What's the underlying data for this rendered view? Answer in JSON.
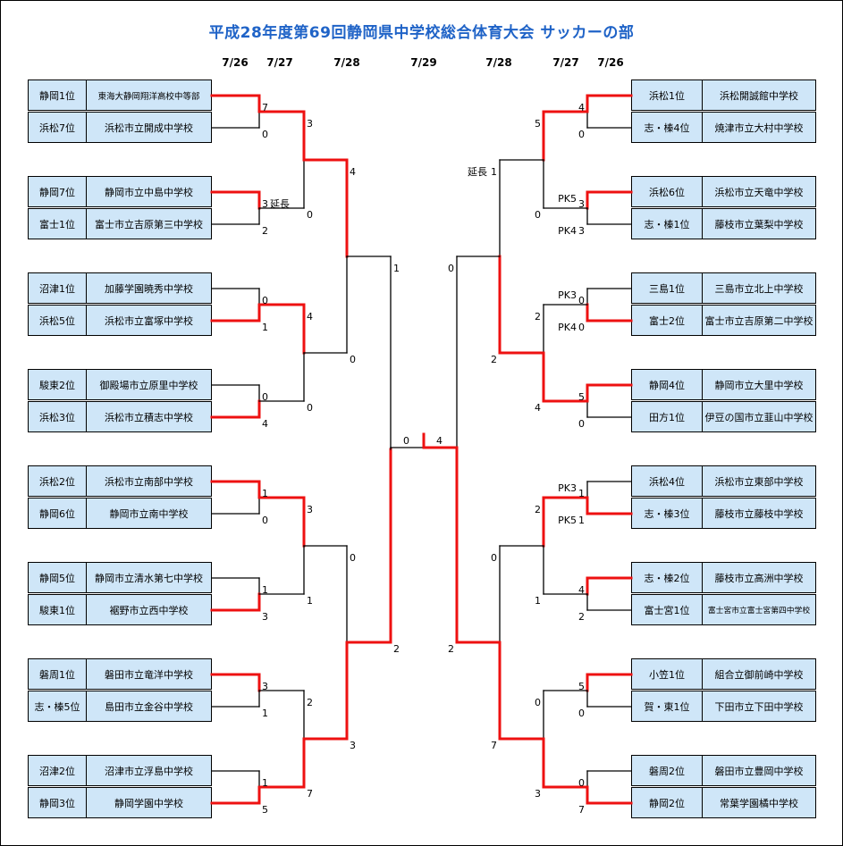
{
  "title": "平成28年度第69回静岡県中学校総合体育大会 サッカーの部",
  "dates": {
    "left": [
      "7/26",
      "7/27",
      "7/28"
    ],
    "center": "7/29",
    "right": [
      "7/28",
      "7/27",
      "7/26"
    ]
  },
  "colors": {
    "winner_line": "#ee1111",
    "loser_line": "#000000",
    "box_fill": "#cfe6f8",
    "title": "#1f63c7"
  },
  "left_teams": [
    {
      "rank": "静岡1位",
      "school": "東海大静岡翔洋高校中等部"
    },
    {
      "rank": "浜松7位",
      "school": "浜松市立開成中学校"
    },
    {
      "rank": "静岡7位",
      "school": "静岡市立中島中学校"
    },
    {
      "rank": "富士1位",
      "school": "富士市立吉原第三中学校"
    },
    {
      "rank": "沼津1位",
      "school": "加藤学園暁秀中学校"
    },
    {
      "rank": "浜松5位",
      "school": "浜松市立富塚中学校"
    },
    {
      "rank": "駿東2位",
      "school": "御殿場市立原里中学校"
    },
    {
      "rank": "浜松3位",
      "school": "浜松市立積志中学校"
    },
    {
      "rank": "浜松2位",
      "school": "浜松市立南部中学校"
    },
    {
      "rank": "静岡6位",
      "school": "静岡市立南中学校"
    },
    {
      "rank": "静岡5位",
      "school": "静岡市立清水第七中学校"
    },
    {
      "rank": "駿東1位",
      "school": "裾野市立西中学校"
    },
    {
      "rank": "磐周1位",
      "school": "磐田市立竜洋中学校"
    },
    {
      "rank": "志・榛5位",
      "school": "島田市立金谷中学校"
    },
    {
      "rank": "沼津2位",
      "school": "沼津市立浮島中学校"
    },
    {
      "rank": "静岡3位",
      "school": "静岡学園中学校"
    }
  ],
  "right_teams": [
    {
      "rank": "浜松1位",
      "school": "浜松開誠館中学校"
    },
    {
      "rank": "志・榛4位",
      "school": "焼津市立大村中学校"
    },
    {
      "rank": "浜松6位",
      "school": "浜松市立天竜中学校"
    },
    {
      "rank": "志・榛1位",
      "school": "藤枝市立葉梨中学校"
    },
    {
      "rank": "三島1位",
      "school": "三島市立北上中学校"
    },
    {
      "rank": "富士2位",
      "school": "富士市立吉原第二中学校"
    },
    {
      "rank": "静岡4位",
      "school": "静岡市立大里中学校"
    },
    {
      "rank": "田方1位",
      "school": "伊豆の国市立韮山中学校"
    },
    {
      "rank": "浜松4位",
      "school": "浜松市立東部中学校"
    },
    {
      "rank": "志・榛3位",
      "school": "藤枝市立藤枝中学校"
    },
    {
      "rank": "志・榛2位",
      "school": "藤枝市立高洲中学校"
    },
    {
      "rank": "富士宮1位",
      "school": "富士宮市立富士宮第四中学校"
    },
    {
      "rank": "小笠1位",
      "school": "組合立御前崎中学校"
    },
    {
      "rank": "賀・東1位",
      "school": "下田市立下田中学校"
    },
    {
      "rank": "磐周2位",
      "school": "磐田市立豊岡中学校"
    },
    {
      "rank": "静岡2位",
      "school": "常葉学園橘中学校"
    }
  ],
  "left_r1": [
    {
      "scores": [
        "7",
        "0"
      ],
      "winner": 0,
      "note": ""
    },
    {
      "scores": [
        "3",
        "2"
      ],
      "winner": 0,
      "note": "延長"
    },
    {
      "scores": [
        "0",
        "1"
      ],
      "winner": 1,
      "note": ""
    },
    {
      "scores": [
        "0",
        "4"
      ],
      "winner": 1,
      "note": ""
    },
    {
      "scores": [
        "1",
        "0"
      ],
      "winner": 0,
      "note": ""
    },
    {
      "scores": [
        "1",
        "3"
      ],
      "winner": 1,
      "note": ""
    },
    {
      "scores": [
        "3",
        "1"
      ],
      "winner": 0,
      "note": ""
    },
    {
      "scores": [
        "1",
        "5"
      ],
      "winner": 1,
      "note": ""
    }
  ],
  "left_r2": [
    {
      "scores": [
        "3",
        "0"
      ],
      "winner": 0
    },
    {
      "scores": [
        "4",
        "0"
      ],
      "winner": 0
    },
    {
      "scores": [
        "3",
        "1"
      ],
      "winner": 0
    },
    {
      "scores": [
        "2",
        "7"
      ],
      "winner": 1
    }
  ],
  "left_r3": [
    {
      "scores": [
        "4",
        "0"
      ],
      "winner": 0
    },
    {
      "scores": [
        "0",
        "3"
      ],
      "winner": 1
    }
  ],
  "left_r4": {
    "scores": [
      "1",
      "2"
    ],
    "winner": 1
  },
  "right_r1": [
    {
      "scores": [
        "4",
        "0"
      ],
      "winner": 0,
      "pk": [
        "",
        ""
      ]
    },
    {
      "scores": [
        "3",
        "3"
      ],
      "winner": 0,
      "pk": [
        "PK5",
        "PK4"
      ]
    },
    {
      "scores": [
        "0",
        "0"
      ],
      "winner": 1,
      "pk": [
        "PK3",
        "PK4"
      ]
    },
    {
      "scores": [
        "5",
        "0"
      ],
      "winner": 0,
      "pk": [
        "",
        ""
      ]
    },
    {
      "scores": [
        "1",
        "1"
      ],
      "winner": 1,
      "pk": [
        "PK3",
        "PK5"
      ]
    },
    {
      "scores": [
        "4",
        "2"
      ],
      "winner": 0,
      "pk": [
        "",
        ""
      ]
    },
    {
      "scores": [
        "5",
        "0"
      ],
      "winner": 0,
      "pk": [
        "",
        ""
      ]
    },
    {
      "scores": [
        "0",
        "7"
      ],
      "winner": 1,
      "pk": [
        "",
        ""
      ]
    }
  ],
  "right_r2": [
    {
      "scores": [
        "5",
        "0"
      ],
      "winner": 0,
      "note": ""
    },
    {
      "scores": [
        "2",
        "4"
      ],
      "winner": 1,
      "note": ""
    },
    {
      "scores": [
        "2",
        "1"
      ],
      "winner": 0,
      "note": ""
    },
    {
      "scores": [
        "0",
        "3"
      ],
      "winner": 1,
      "note": ""
    }
  ],
  "right_r3": [
    {
      "scores": [
        "1",
        "2"
      ],
      "winner": 1,
      "note": "延長"
    },
    {
      "scores": [
        "0",
        "7"
      ],
      "winner": 1,
      "note": ""
    }
  ],
  "right_r4": {
    "scores": [
      "0",
      "2"
    ],
    "winner": 1
  },
  "final": {
    "scores": [
      "0",
      "4"
    ],
    "winner": 1
  }
}
